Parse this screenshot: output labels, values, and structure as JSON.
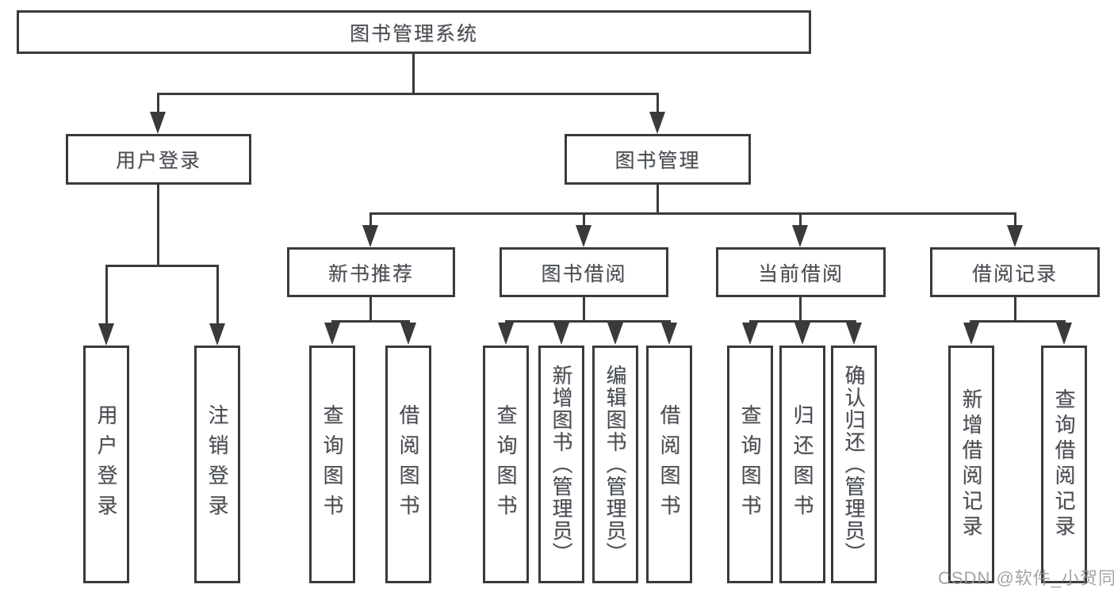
{
  "tree": {
    "root": {
      "label": "图书管理系统",
      "children": [
        {
          "label": "用户登录",
          "children": [
            {
              "label": "用户登录"
            },
            {
              "label": "注销登录"
            }
          ]
        },
        {
          "label": "图书管理",
          "children": [
            {
              "label": "新书推荐",
              "children": [
                {
                  "label": "查询图书"
                },
                {
                  "label": "借阅图书"
                }
              ]
            },
            {
              "label": "图书借阅",
              "children": [
                {
                  "label": "查询图书"
                },
                {
                  "label": "新增图书（管理员）"
                },
                {
                  "label": "编辑图书（管理员）"
                },
                {
                  "label": "借阅图书"
                }
              ]
            },
            {
              "label": "当前借阅",
              "children": [
                {
                  "label": "查询图书"
                },
                {
                  "label": "归还图书"
                },
                {
                  "label": "确认归还（管理员）"
                }
              ]
            },
            {
              "label": "借阅记录",
              "children": [
                {
                  "label": "新增借阅记录"
                },
                {
                  "label": "查询借阅记录"
                }
              ]
            }
          ]
        }
      ]
    }
  },
  "watermark": "CSDN @软件_小贺同学",
  "colors": {
    "line": "#3a3a3a",
    "box_border": "#3a3a3a",
    "text": "#4a4a4a",
    "background": "#ffffff",
    "watermark": "#949494"
  }
}
